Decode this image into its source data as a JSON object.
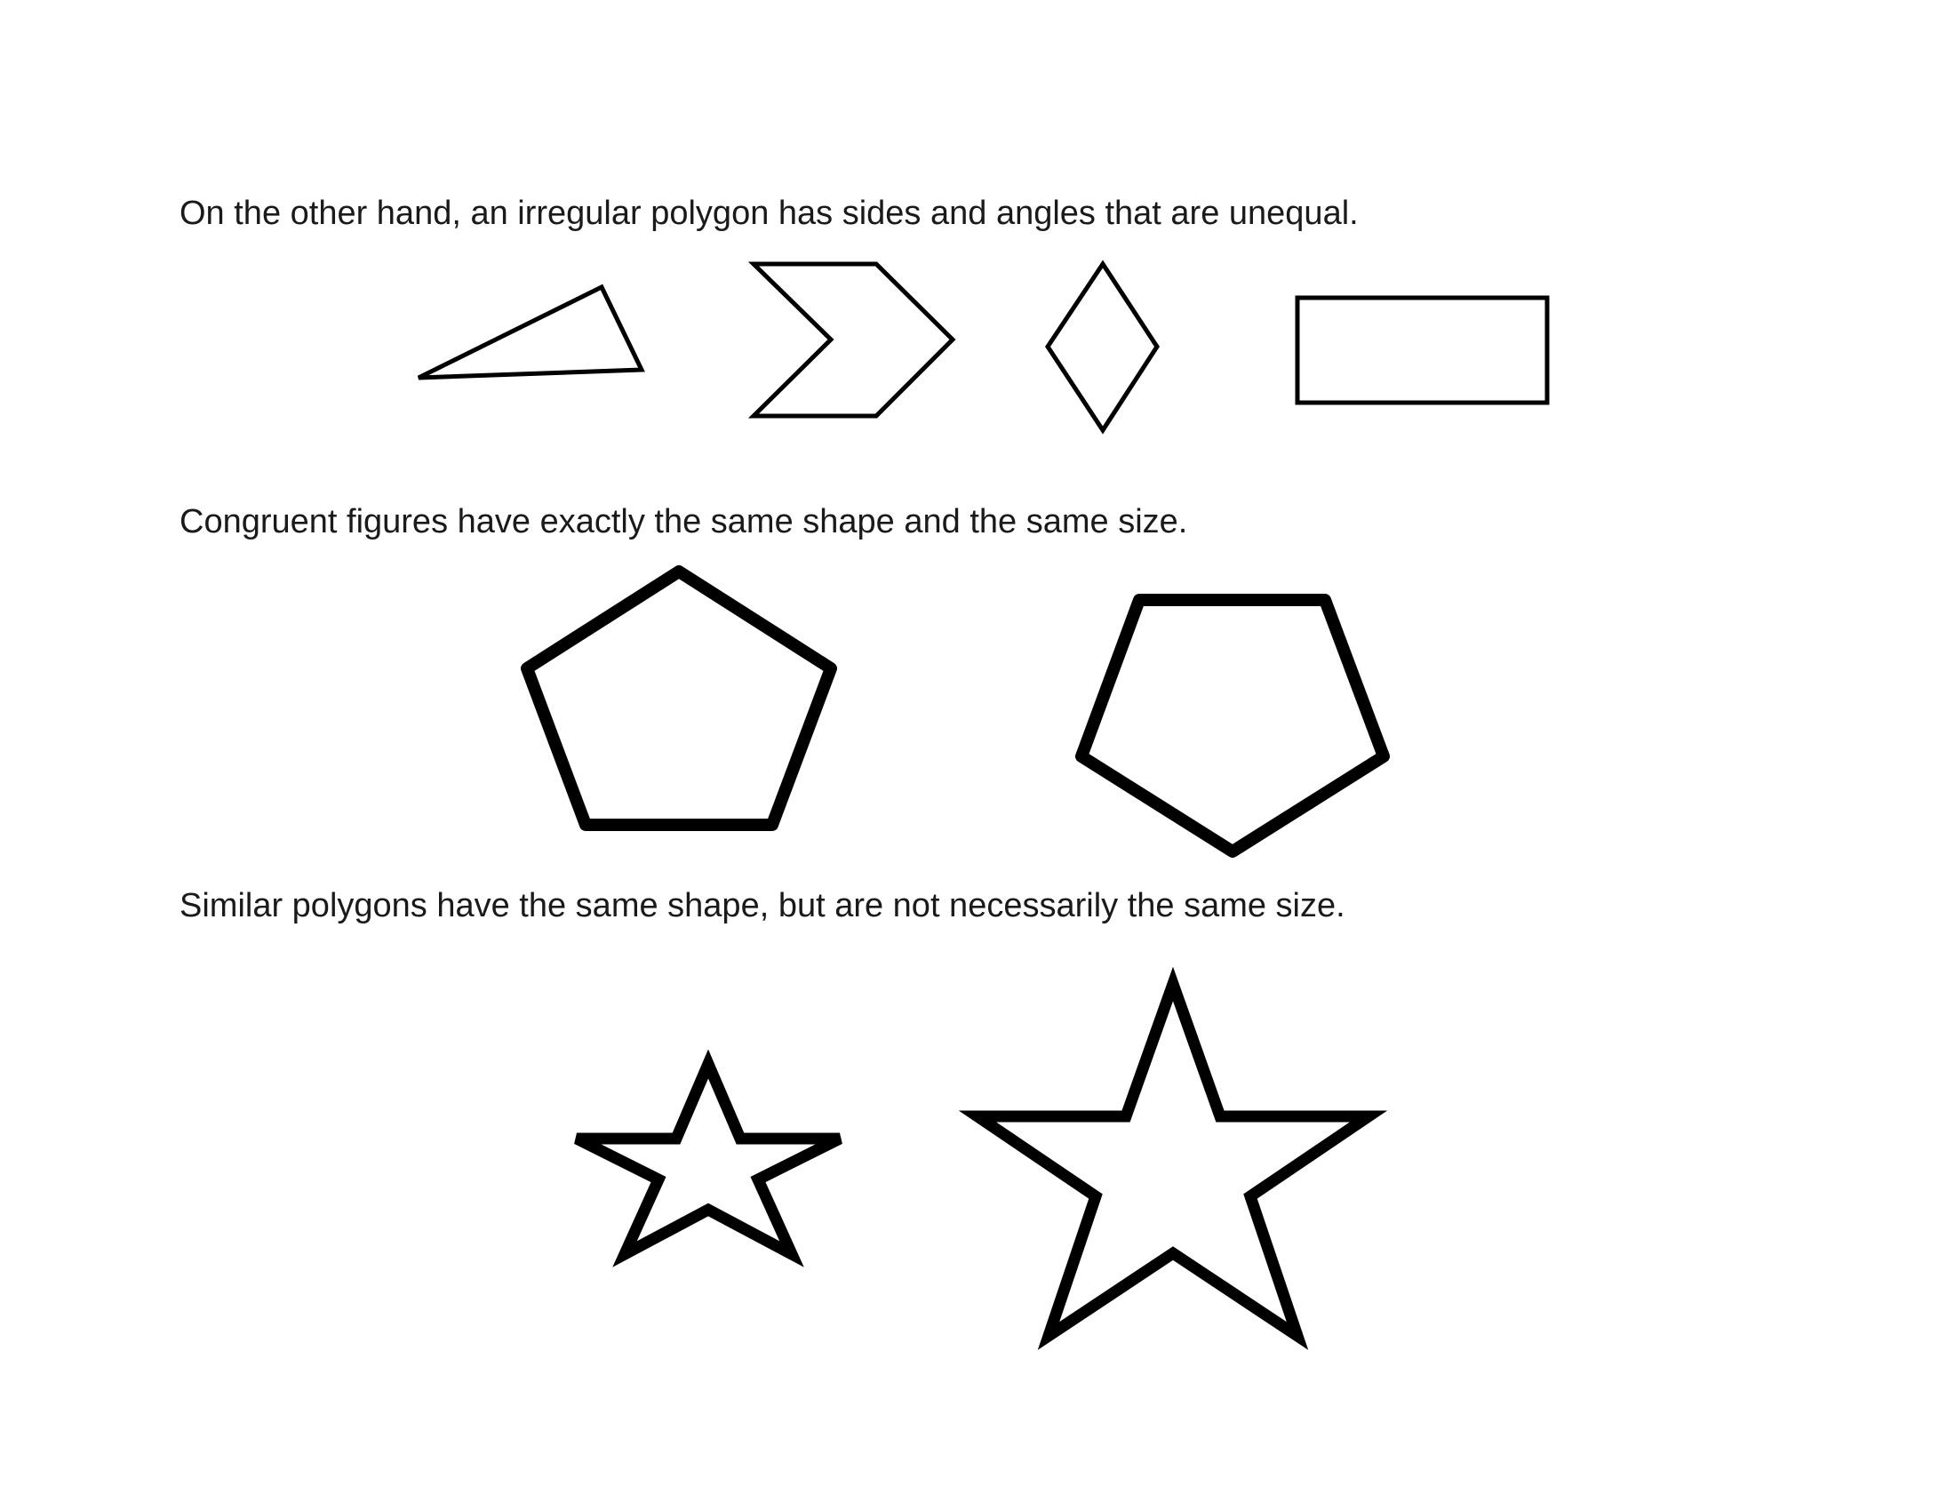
{
  "sections": [
    {
      "caption": "On the other hand, an irregular polygon has sides and angles that are unequal.",
      "shapes": [
        "triangle",
        "chevron",
        "rhombus",
        "rectangle"
      ]
    },
    {
      "caption": "Congruent figures have exactly the same shape and the same size.",
      "shapes": [
        "pentagon",
        "pentagon-rotated"
      ]
    },
    {
      "caption": "Similar polygons have the same shape, but are not necessarily the same size.",
      "shapes": [
        "star-small",
        "star-large"
      ]
    }
  ],
  "colors": {
    "stroke": "#000000",
    "fill": "#ffffff",
    "text": "#1a1a1a"
  }
}
